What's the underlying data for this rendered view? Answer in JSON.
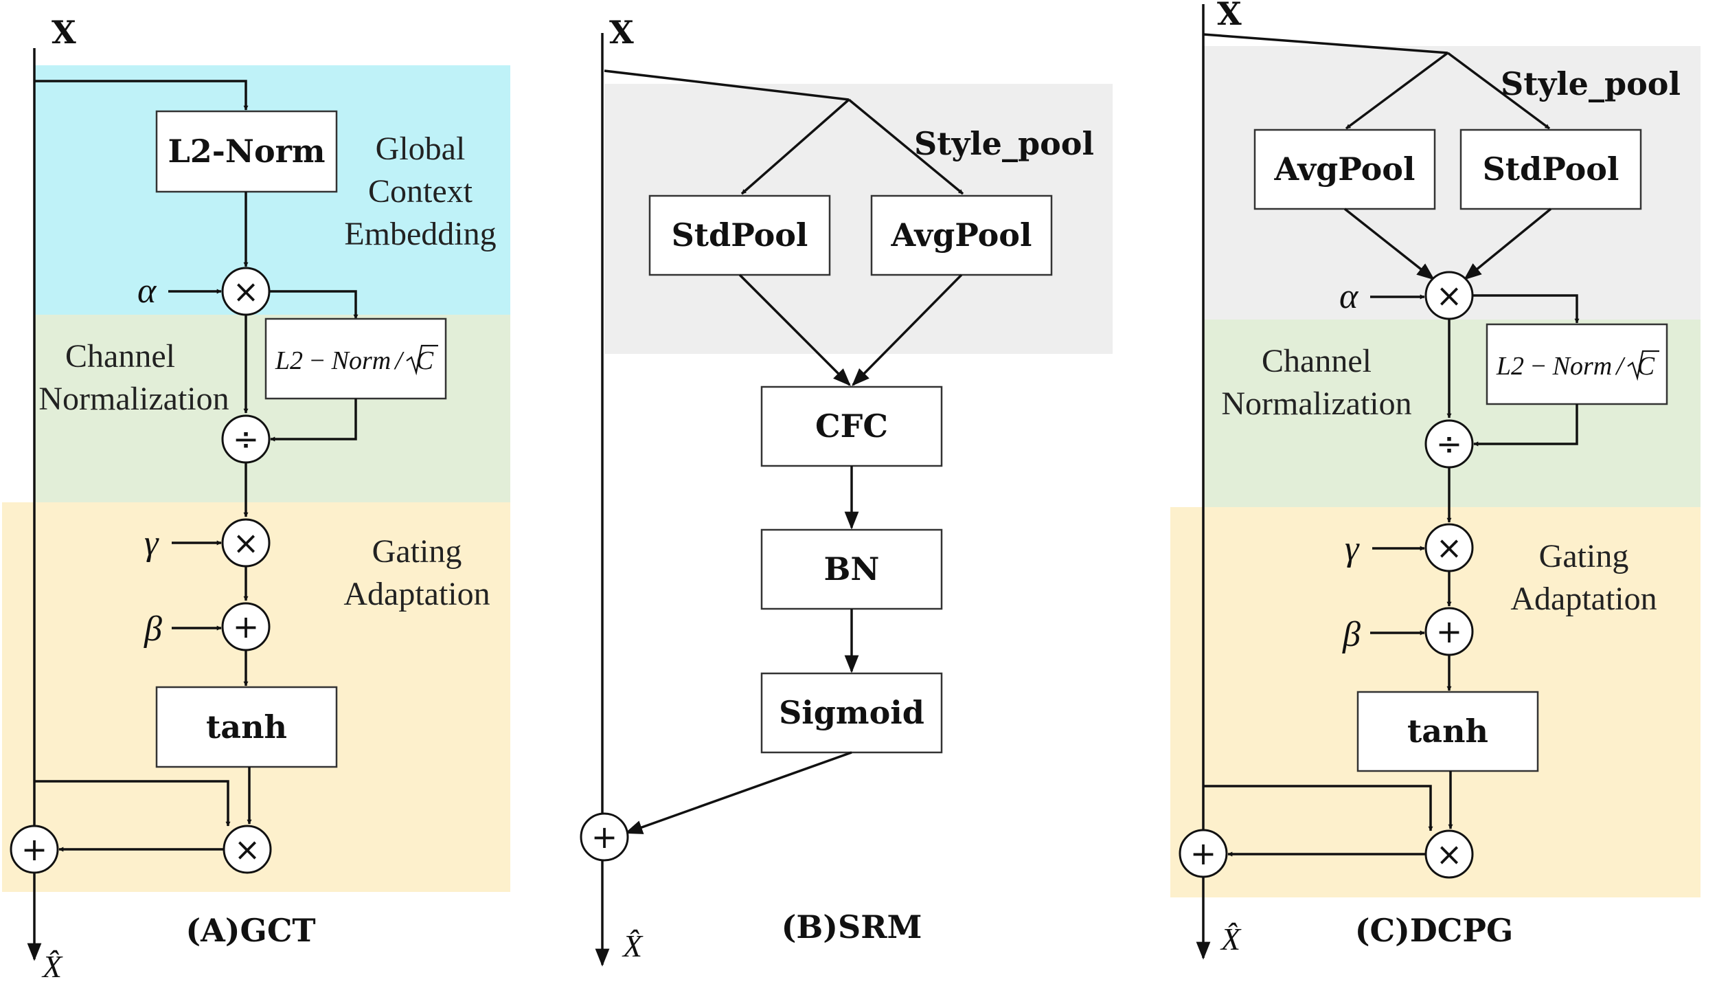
{
  "panels": {
    "gct": {
      "input": "X",
      "regions": {
        "embedding": [
          "Global",
          "Context",
          "Embedding"
        ],
        "normalization": [
          "Channel",
          "Normalization"
        ],
        "gating": [
          "Gating",
          "Adaptation"
        ]
      },
      "boxes": {
        "l2norm": "L2-Norm",
        "tanh": "tanh"
      },
      "formula": {
        "l2": "L2",
        "dash": "−",
        "norm": "Norm",
        "slash": "/",
        "c": "C"
      },
      "params": {
        "alpha": "α",
        "gamma": "γ",
        "beta": "β"
      },
      "ops": {
        "multiply": "×",
        "divide": "÷",
        "add": "+"
      },
      "output": "X̂",
      "caption": "(A)GCT"
    },
    "srm": {
      "input": "X",
      "pool_label": "Style_pool",
      "boxes": {
        "stdpool": "StdPool",
        "avgpool": "AvgPool",
        "cfc": "CFC",
        "bn": "BN",
        "sigmoid": "Sigmoid"
      },
      "ops": {
        "add": "+"
      },
      "output": "X̂",
      "caption": "(B)SRM"
    },
    "dcpg": {
      "input": "X",
      "pool_label": "Style_pool",
      "regions": {
        "normalization": [
          "Channel",
          "Normalization"
        ],
        "gating": [
          "Gating",
          "Adaptation"
        ]
      },
      "boxes": {
        "avgpool": "AvgPool",
        "stdpool": "StdPool",
        "tanh": "tanh"
      },
      "formula": {
        "l2": "L2",
        "dash": "−",
        "norm": "Norm",
        "slash": "/",
        "c": "C"
      },
      "params": {
        "alpha": "α",
        "gamma": "γ",
        "beta": "β"
      },
      "ops": {
        "multiply": "×",
        "divide": "÷",
        "add": "+"
      },
      "output": "X̂",
      "caption": "(C)DCPG"
    }
  },
  "colors": {
    "embedding_bg": "#bff2f8",
    "normalization_bg": "#e2eed8",
    "gating_bg": "#fdf0cc",
    "pool_bg": "#eeeeee",
    "stroke": "#111111"
  }
}
